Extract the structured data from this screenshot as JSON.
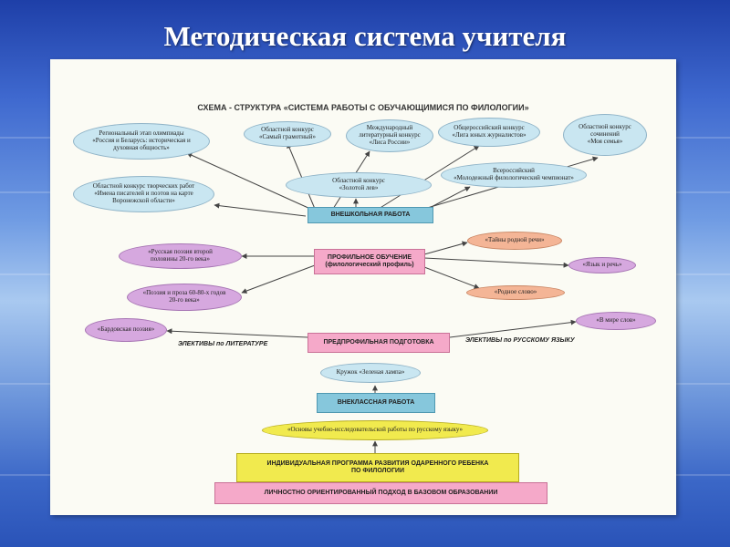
{
  "slide_title": "Методическая система учителя",
  "scheme_title": "СХЕМА - СТРУКТУРА «СИСТЕМА РАБОТЫ С ОБУЧАЮЩИМИСЯ ПО ФИЛОЛОГИИ»",
  "nodes": {
    "regional": "Региональный этап олимпиады\n«Россия и Беларусь: историческая и\nдуховная общность»",
    "gramotny": "Областной конкурс\n«Самый грамотный»",
    "lingua": "Международный\nлитературный конкурс\n«Лиса России»",
    "jurnalist": "Общероссийский конкурс\n«Лига юных журналистов»",
    "semya": "Областной конкурс\nсочинений\n«Моя семья»",
    "tvorch": "Областной конкурс творческих работ\n«Имена писателей и поэтов на карте\nВоронежской области»",
    "lev": "Областной конкурс\n«Золотой лев»",
    "chempionat": "Всероссийский\n«Молодежный филологический чемпионат»",
    "vneshkol": "ВНЕШКОЛЬНАЯ РАБОТА",
    "poezia2": "«Русская поэзия второй\nполовины 20-го века»",
    "profil": "ПРОФИЛЬНОЕ ОБУЧЕНИЕ\n(филологический профиль)",
    "tainy": "«Тайны родной речи»",
    "yazyk": "«Язык и речь»",
    "poezia6080": "«Поэзия и проза 60-80-х годов\n20-го века»",
    "rodnoe": "«Родное слово»",
    "bardov": "«Бардовская поэзия»",
    "mir_slov": "«В мире слов»",
    "predprof": "ПРЕДПРОФИЛЬНАЯ ПОДГОТОВКА",
    "kruzhok": "Кружок «Зеленая лампа»",
    "vneklass": "ВНЕКЛАССНАЯ РАБОТА",
    "osnovy": "«Основы учебно-исследовательской работы по русскому языку»",
    "program": "ИНДИВИДУАЛЬНАЯ ПРОГРАММА РАЗВИТИЯ ОДАРЕННОГО РЕБЕНКА\nПО ФИЛОЛОГИИ",
    "lichno": "ЛИЧНОСТНО ОРИЕНТИРОВАННЫЙ ПОДХОД В БАЗОВОМ ОБРАЗОВАНИИ"
  },
  "labels": {
    "electives_lit": "ЭЛЕКТИВЫ по ЛИТЕРАТУРЕ",
    "electives_rus": "ЭЛЕКТИВЫ по РУССКОМУ ЯЗЫКУ"
  },
  "colors": {
    "ellipse_blue": "#c9e6f1",
    "ellipse_violet": "#d6a8df",
    "ellipse_salmon": "#f4b596",
    "rect_blue": "#86c7dc",
    "rect_pink": "#f5a9c9",
    "rect_yellow": "#f1ea4e"
  }
}
